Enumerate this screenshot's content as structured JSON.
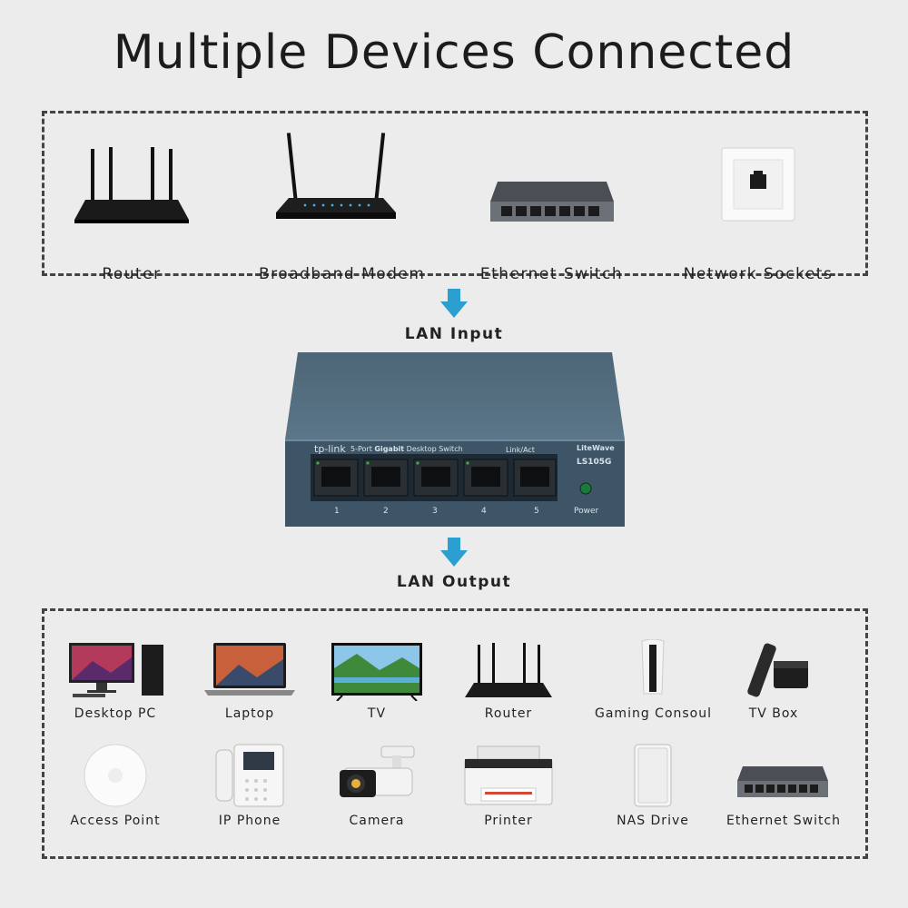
{
  "title": "Multiple Devices Connected",
  "input_devices": [
    {
      "label": "Router",
      "icon": "router-icon"
    },
    {
      "label": "Broadband Modem",
      "icon": "modem-icon"
    },
    {
      "label": "Ethernet Switch",
      "icon": "ethernet-switch-icon"
    },
    {
      "label": "Network Sockets",
      "icon": "network-socket-icon"
    }
  ],
  "lan_input": "LAN Input",
  "lan_output": "LAN Output",
  "switch": {
    "brand": "tp-link",
    "desc_plain": "5-Port",
    "desc_bold": "Gigabit",
    "desc_rest": "Desktop Switch",
    "link_act": "Link/Act",
    "series": "LiteWave",
    "model": "LS105G",
    "ports": [
      "1",
      "2",
      "3",
      "4",
      "5"
    ],
    "power": "Power",
    "colors": {
      "body": "#3d5566",
      "face": "#2f4757",
      "accent": "#4b6f85"
    }
  },
  "output_devices_row1": [
    {
      "label": "Desktop PC",
      "icon": "desktop-pc-icon"
    },
    {
      "label": "Laptop",
      "icon": "laptop-icon"
    },
    {
      "label": "TV",
      "icon": "tv-icon"
    },
    {
      "label": "Router",
      "icon": "router-icon"
    },
    {
      "label": "Gaming Consoul",
      "icon": "gaming-console-icon"
    },
    {
      "label": "TV Box",
      "icon": "tv-box-icon"
    }
  ],
  "output_devices_row2": [
    {
      "label": "Access Point",
      "icon": "access-point-icon"
    },
    {
      "label": "IP Phone",
      "icon": "ip-phone-icon"
    },
    {
      "label": "Camera",
      "icon": "camera-icon"
    },
    {
      "label": "Printer",
      "icon": "printer-icon"
    },
    {
      "label": "NAS Drive",
      "icon": "nas-drive-icon"
    },
    {
      "label": "Ethernet Switch",
      "icon": "ethernet-switch-icon"
    }
  ],
  "arrow_color": "#2a9fd0"
}
